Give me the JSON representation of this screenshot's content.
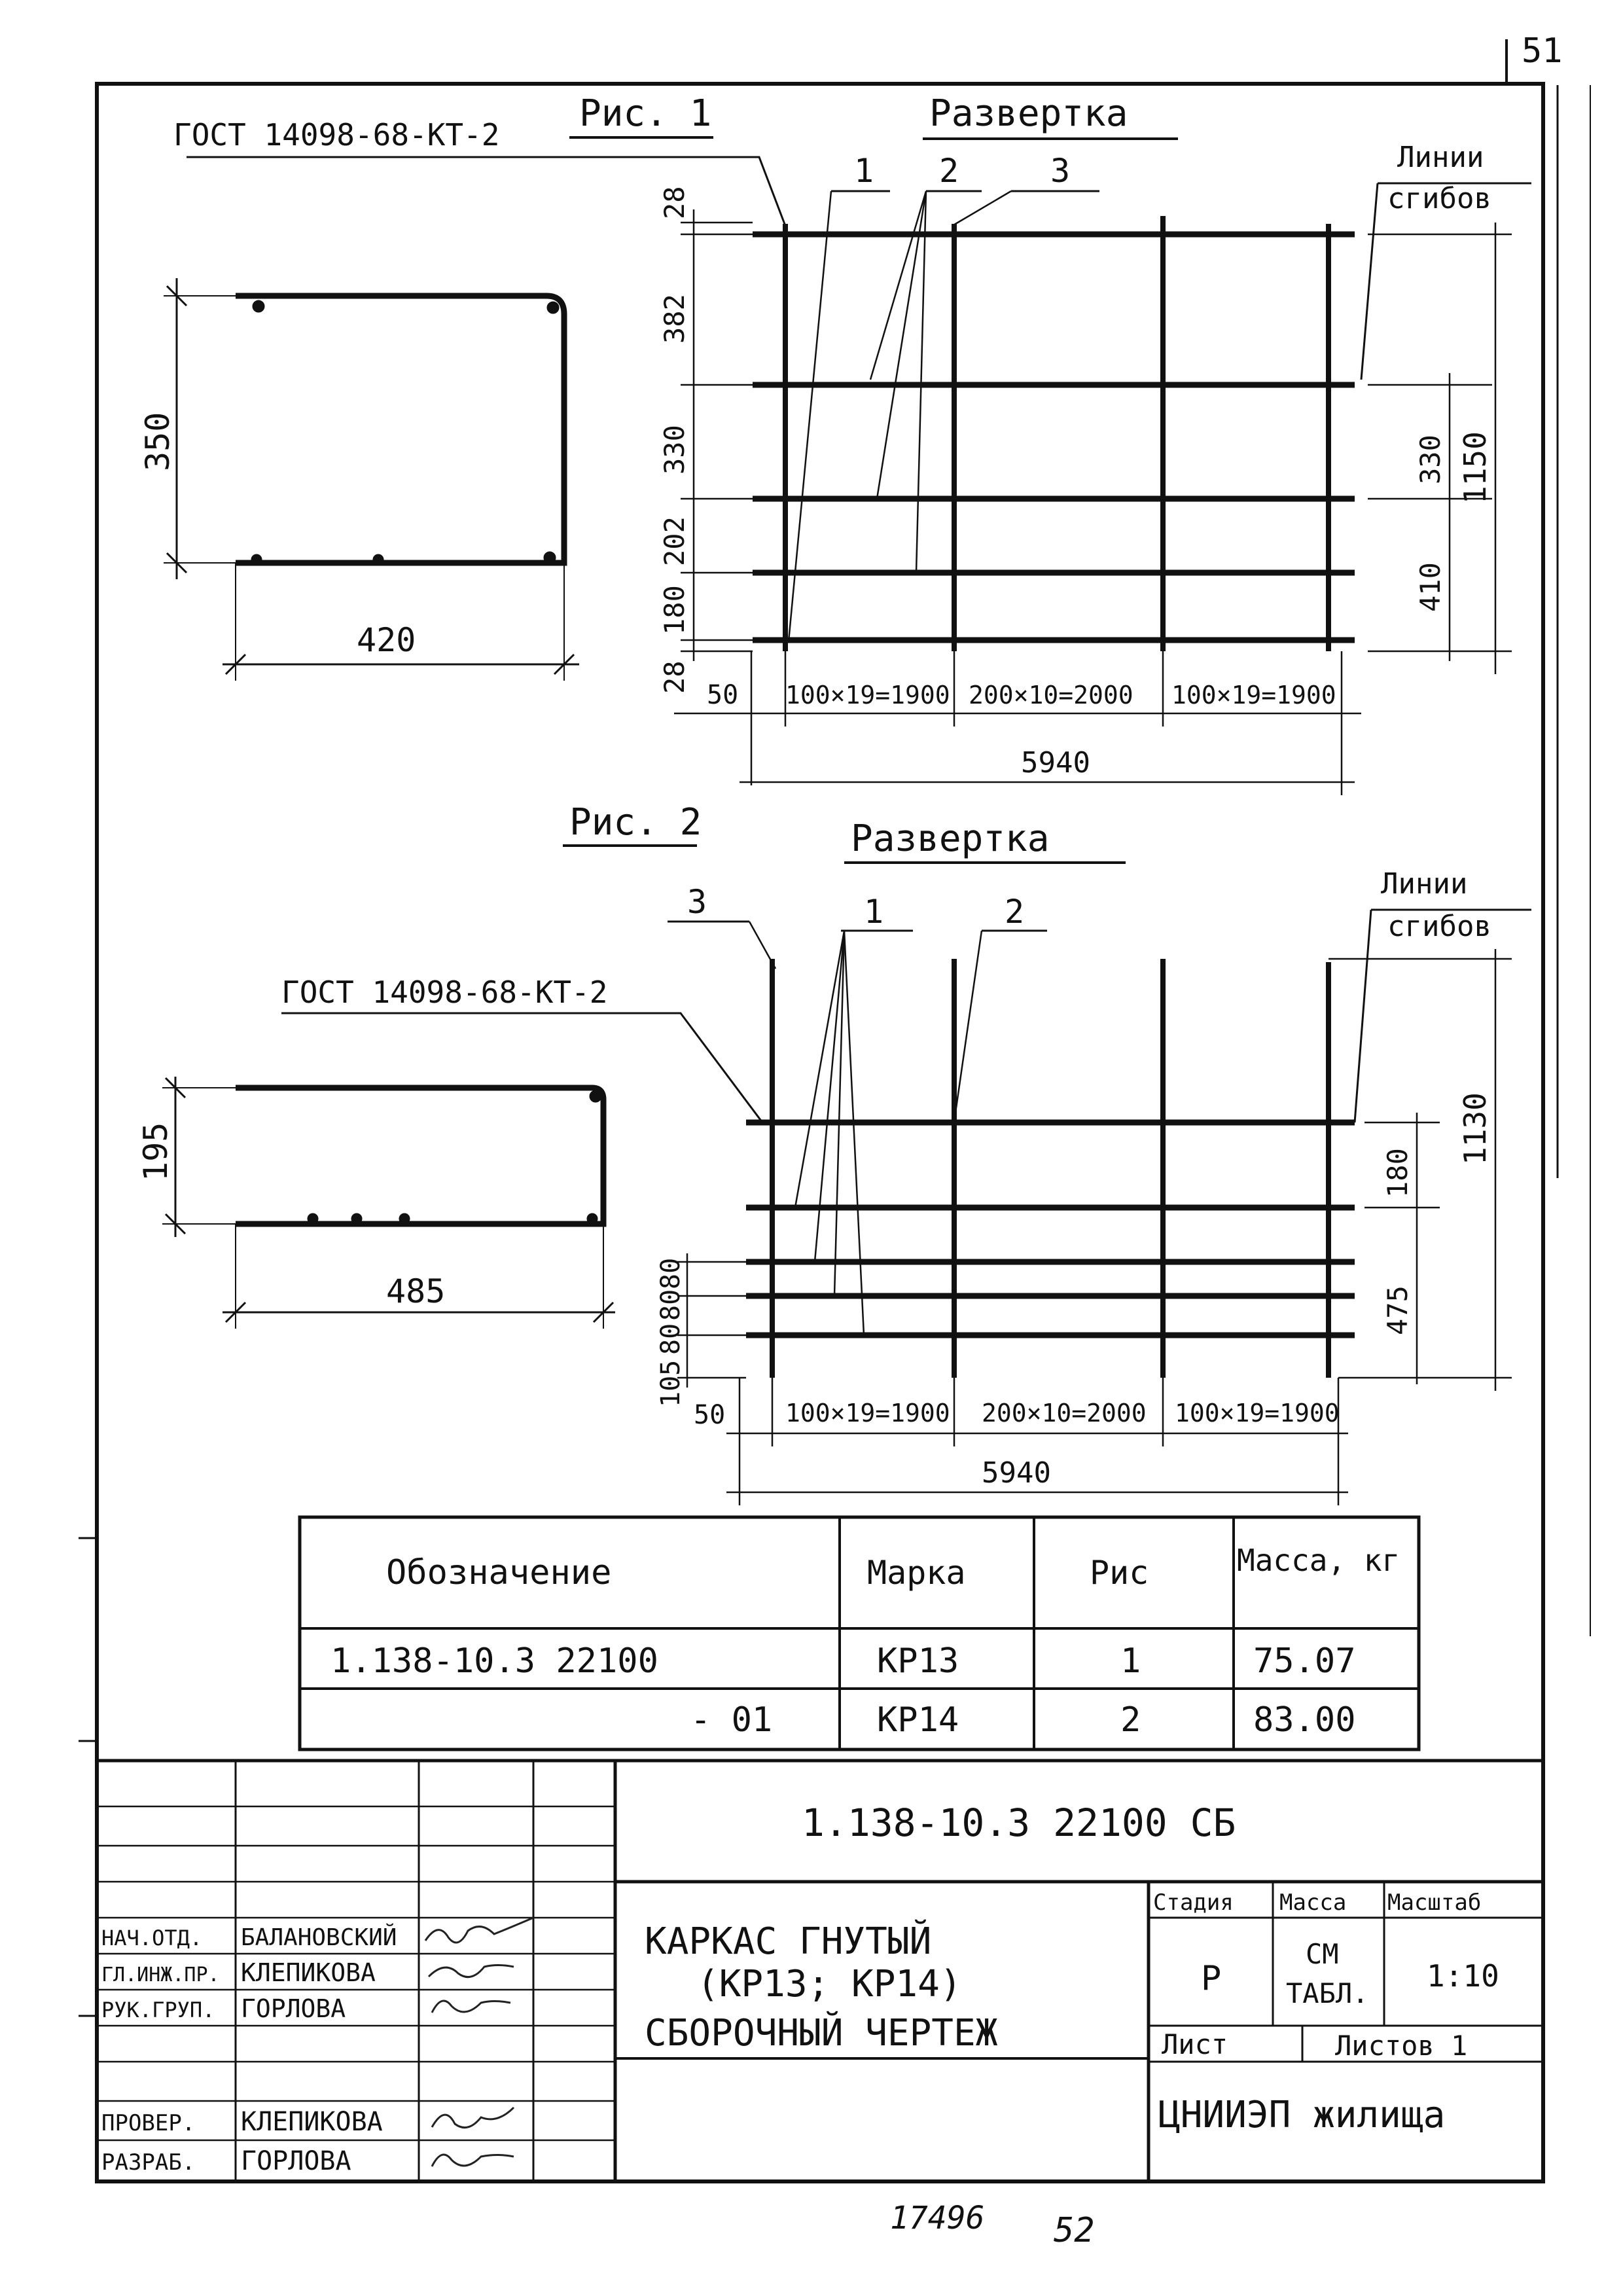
{
  "sheet": {
    "page_number": "51",
    "bottom_numbers": [
      "17496",
      "52"
    ]
  },
  "fig1": {
    "title": "Рис. 1",
    "unfold_title": "Развертка",
    "gost_label": "ГОСТ 14098-68-КТ-2",
    "bend_lines_label": [
      "Линии",
      "сгибов"
    ],
    "callouts": [
      "1",
      "2",
      "3"
    ],
    "section_dims": {
      "height": "350",
      "width": "420"
    },
    "left_dims": [
      "28",
      "382",
      "330",
      "202",
      "180",
      "28"
    ],
    "right_dims": [
      "330",
      "410",
      "1150"
    ],
    "bottom_dims": [
      "50",
      "100×19=1900",
      "200×10=2000",
      "100×19=1900"
    ],
    "total_length": "5940"
  },
  "fig2": {
    "title": "Рис. 2",
    "unfold_title": "Развертка",
    "gost_label": "ГОСТ 14098-68-КТ-2",
    "bend_lines_label": [
      "Линии",
      "сгибов"
    ],
    "callouts": [
      "3",
      "1",
      "2"
    ],
    "section_dims": {
      "height": "195",
      "width": "485"
    },
    "left_dims": [
      "80",
      "80",
      "80",
      "105"
    ],
    "right_dims": [
      "180",
      "475",
      "1130"
    ],
    "bottom_dims": [
      "50",
      "100×19=1900",
      "200×10=2000",
      "100×19=1900"
    ],
    "total_length": "5940"
  },
  "spec_table": {
    "headers": [
      "Обозначение",
      "Марка",
      "Рис",
      "Масса, кг"
    ],
    "rows": [
      [
        "1.138-10.3 22100",
        "КР13",
        "1",
        "75.07"
      ],
      [
        "- 01",
        "КР14",
        "2",
        "83.00"
      ]
    ]
  },
  "title_block": {
    "doc_code": "1.138-10.3 22100 СБ",
    "title_lines": [
      "КАРКАС ГНУТЫЙ",
      "(КР13; КР14)",
      "СБОРОЧНЫЙ ЧЕРТЕЖ"
    ],
    "signatures": [
      {
        "role": "НАЧ.ОТД.",
        "name": "БАЛАНОВСКИЙ"
      },
      {
        "role": "ГЛ.ИНЖ.ПР.",
        "name": "КЛЕПИКОВА"
      },
      {
        "role": "РУК.ГРУП.",
        "name": "ГОРЛОВА"
      },
      {
        "role": "ПРОВЕР.",
        "name": "КЛЕПИКОВА"
      },
      {
        "role": "РАЗРАБ.",
        "name": "ГОРЛОВА"
      }
    ],
    "stage_header": "Стадия",
    "mass_header": "Масса",
    "scale_header": "Масштаб",
    "stage_value": "Р",
    "mass_value": [
      "СМ",
      "ТАБЛ."
    ],
    "scale_value": "1:10",
    "sheet_label": "Лист",
    "sheets_label": "Листов 1",
    "organization": "ЦНИИЭП жилища"
  }
}
